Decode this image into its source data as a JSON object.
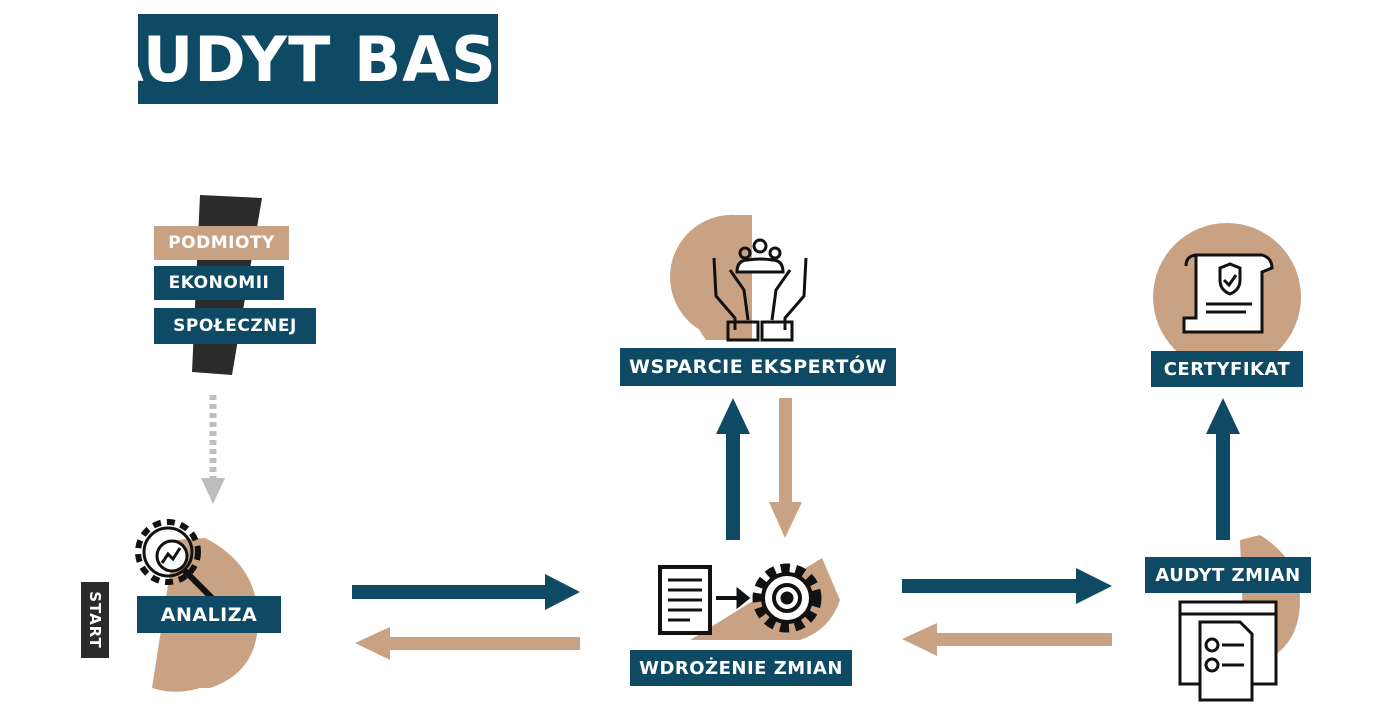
{
  "title": "AUDYT BASE",
  "start": "START",
  "source_box": {
    "lines": [
      "PODMIOTY",
      "EKONOMII",
      "SPOŁECZNEJ"
    ]
  },
  "nodes": {
    "analiza": "ANALIZA",
    "wdrozenie": "WDROŻENIE ZMIAN",
    "wsparcie": "WSPARCIE EKSPERTÓW",
    "audyt_zmian": "AUDYT ZMIAN",
    "certyfikat": "CERTYFIKAT"
  },
  "colors": {
    "navy": "#0e4a63",
    "tan": "#c9a283",
    "dark": "#2b2b2b",
    "grey": "#bdbdbd"
  },
  "icons": [
    "magnifier-chart-gear-icon",
    "hands-people-icon",
    "document-gear-icon",
    "certificate-scroll-icon",
    "audit-checklist-icon"
  ]
}
